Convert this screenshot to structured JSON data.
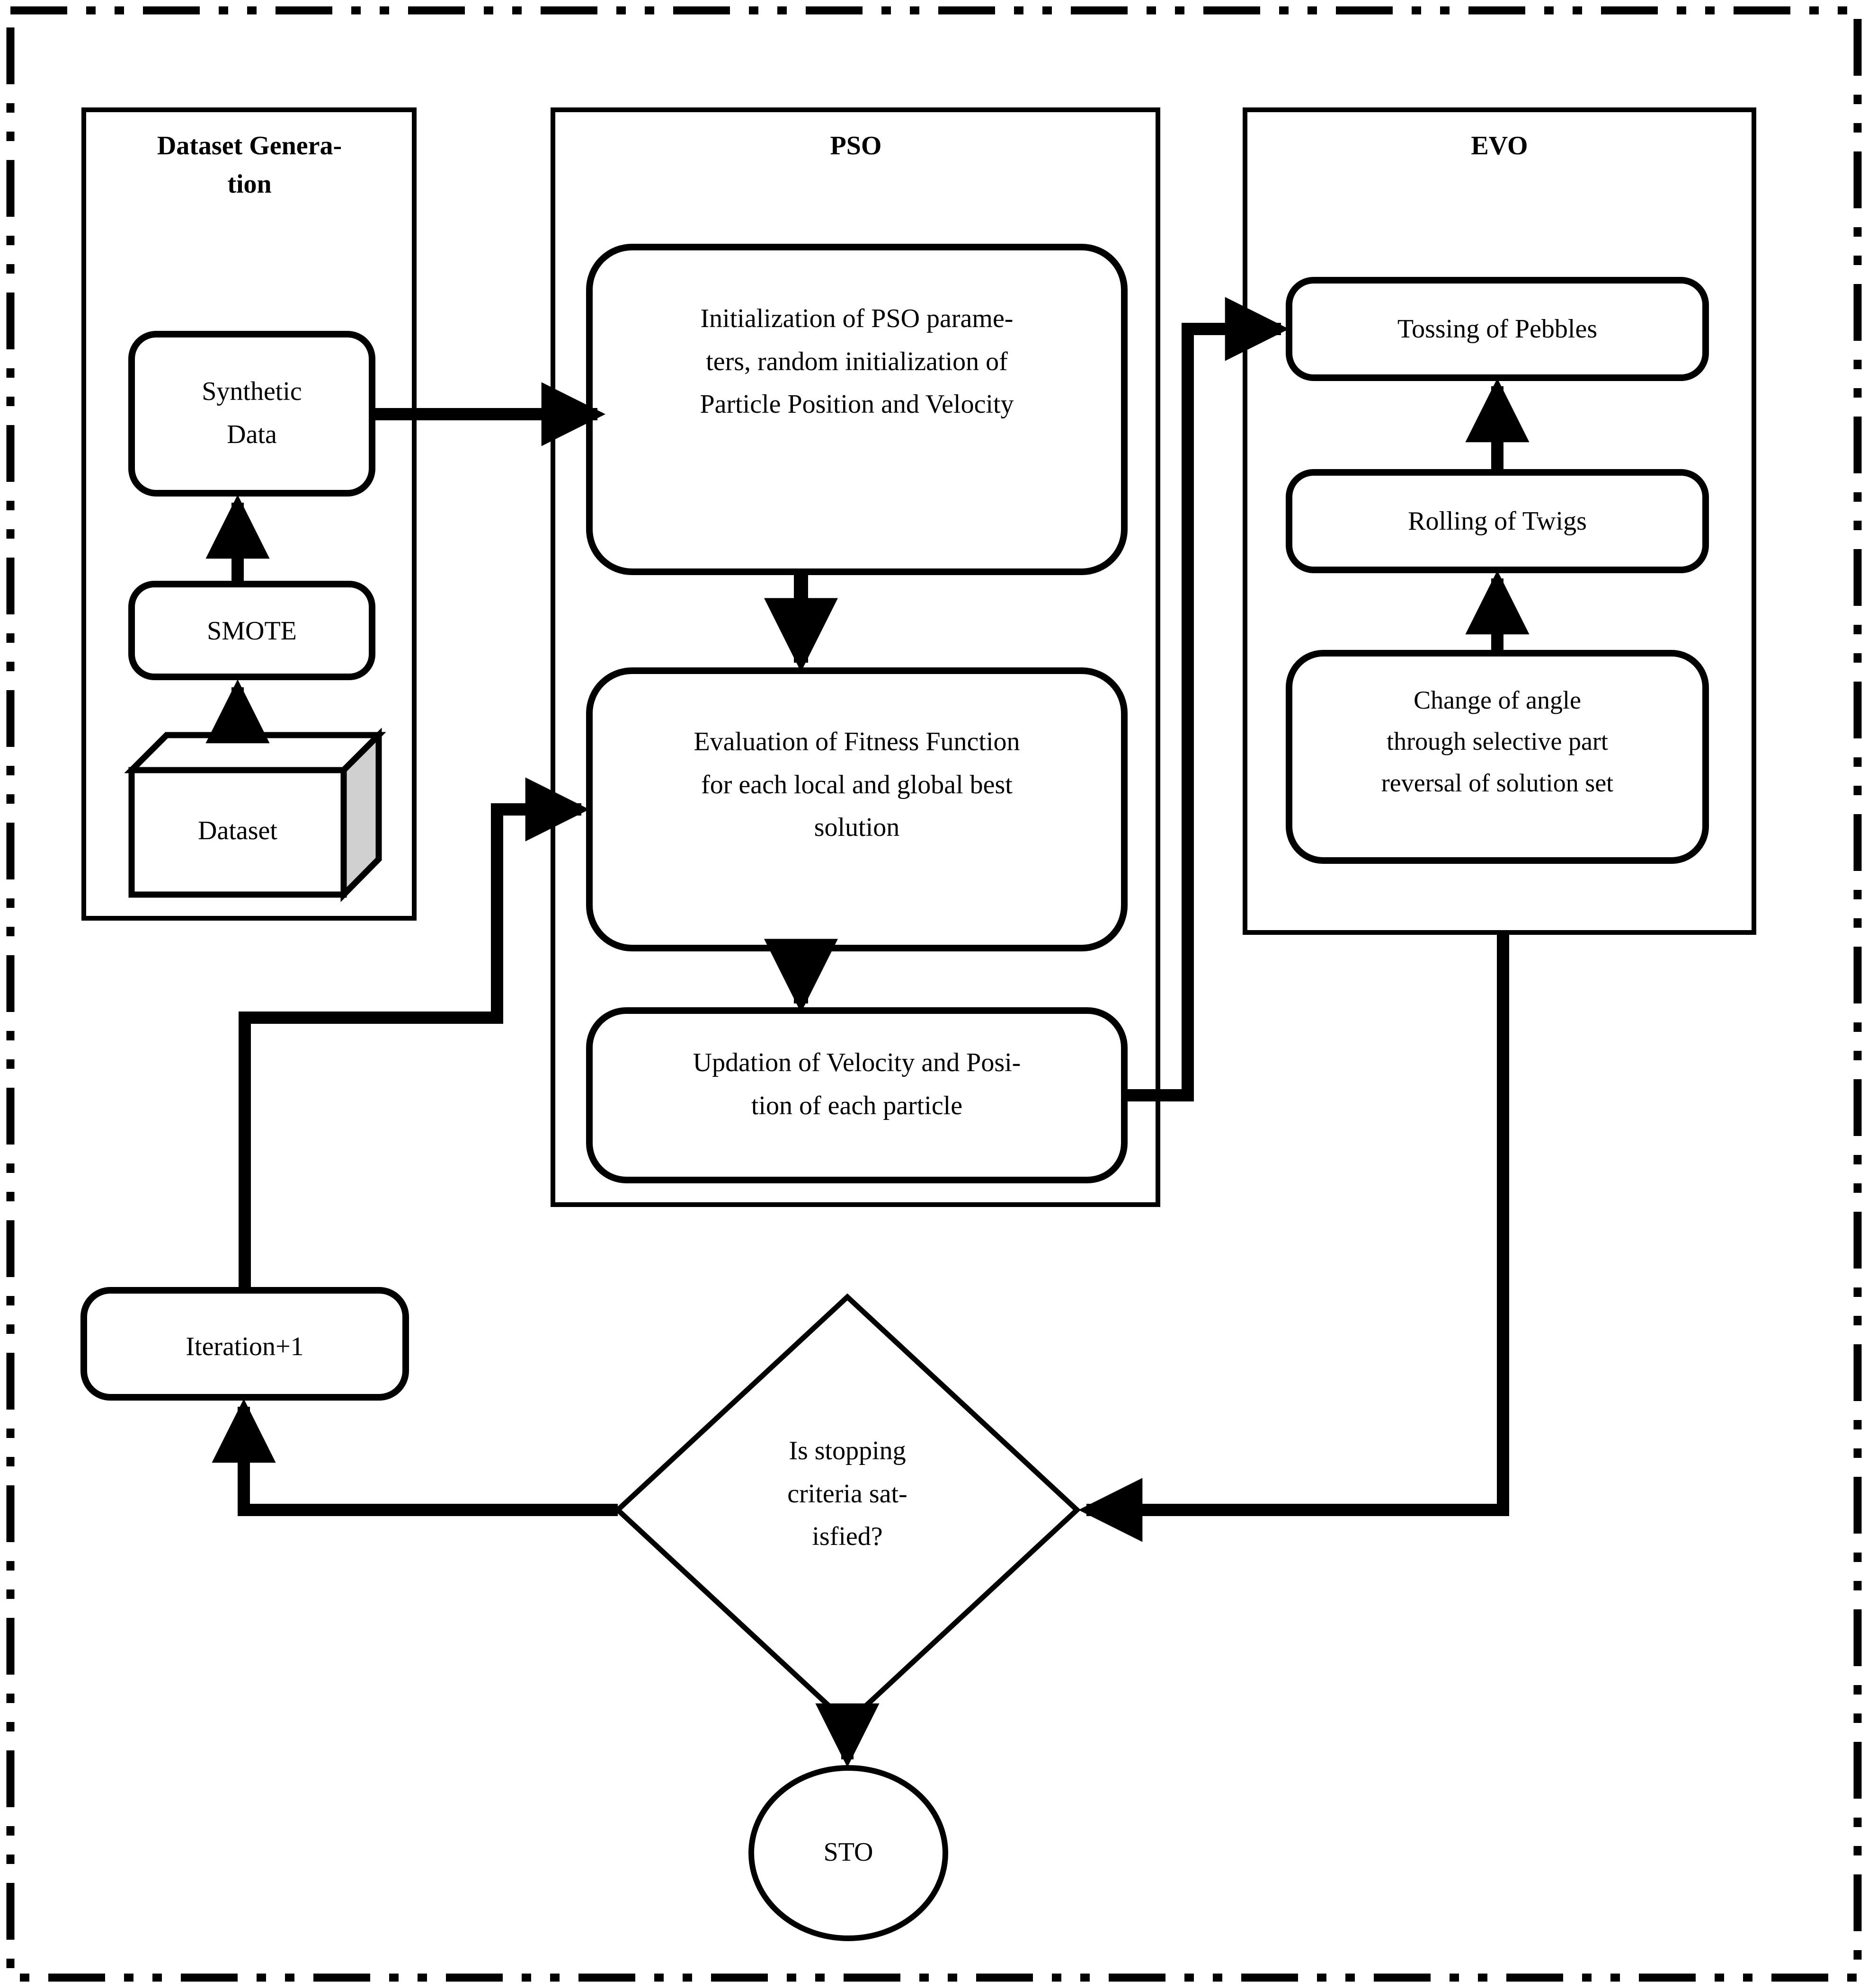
{
  "figure": {
    "type": "flowchart",
    "title": "STO (PSO + EVO hybrid) optimization flowchart",
    "outer_border_style": "dash-dot-dot",
    "stroke_color": "#000000",
    "fill_color": "#ffffff",
    "cube_side_fill": "#d0d0d0"
  },
  "panels": [
    {
      "id": "dataset-generation",
      "title": "Dataset Genera-\ntion"
    },
    {
      "id": "pso",
      "title": "PSO"
    },
    {
      "id": "evo",
      "title": "EVO"
    }
  ],
  "nodes": {
    "synthetic_data": {
      "label": "Synthetic\nData",
      "shape": "rounded-rect"
    },
    "smote": {
      "label": "SMOTE",
      "shape": "rounded-rect"
    },
    "dataset": {
      "label": "Dataset",
      "shape": "cube"
    },
    "pso_init": {
      "label": "Initialization of PSO parame-\nters, random initialization of\nParticle Position and Velocity",
      "shape": "rounded-rect"
    },
    "pso_fitness": {
      "label": "Evaluation of Fitness Function\nfor each local and global best\nsolution",
      "shape": "rounded-rect"
    },
    "pso_update": {
      "label": "Updation of Velocity and Posi-\ntion of each particle",
      "shape": "rounded-rect"
    },
    "evo_tossing": {
      "label": "Tossing of Pebbles",
      "shape": "rounded-rect"
    },
    "evo_rolling": {
      "label": "Rolling of Twigs",
      "shape": "rounded-rect"
    },
    "evo_angle": {
      "label": "Change of angle\nthrough selective part\nreversal of solution set",
      "shape": "rounded-rect"
    },
    "iteration": {
      "label": "Iteration+1",
      "shape": "rounded-rect"
    },
    "decision": {
      "label": "Is stopping\ncriteria sat-\nisfied?",
      "shape": "diamond"
    },
    "sto": {
      "label": "STO",
      "shape": "ellipse"
    }
  },
  "edges": [
    {
      "from": "dataset",
      "to": "smote",
      "style": "solid-arrow-up"
    },
    {
      "from": "smote",
      "to": "synthetic_data",
      "style": "solid-arrow-up"
    },
    {
      "from": "synthetic_data",
      "to": "pso_init",
      "style": "solid-arrow-right"
    },
    {
      "from": "pso_init",
      "to": "pso_fitness",
      "style": "solid-arrow-down"
    },
    {
      "from": "pso_fitness",
      "to": "pso_update",
      "style": "solid-arrow-down"
    },
    {
      "from": "pso_update",
      "to": "evo_tossing",
      "style": "orthogonal-arrow-right"
    },
    {
      "from": "evo_angle",
      "to": "evo_rolling",
      "style": "solid-arrow-up"
    },
    {
      "from": "evo_rolling",
      "to": "evo_tossing",
      "style": "solid-arrow-up"
    },
    {
      "from": "evo_angle",
      "to": "decision",
      "style": "orthogonal-arrow-left"
    },
    {
      "from": "decision",
      "to": "iteration",
      "style": "orthogonal-arrow-up"
    },
    {
      "from": "iteration",
      "to": "pso_fitness",
      "style": "orthogonal-arrow-right"
    },
    {
      "from": "decision",
      "to": "sto",
      "style": "solid-arrow-down"
    }
  ]
}
